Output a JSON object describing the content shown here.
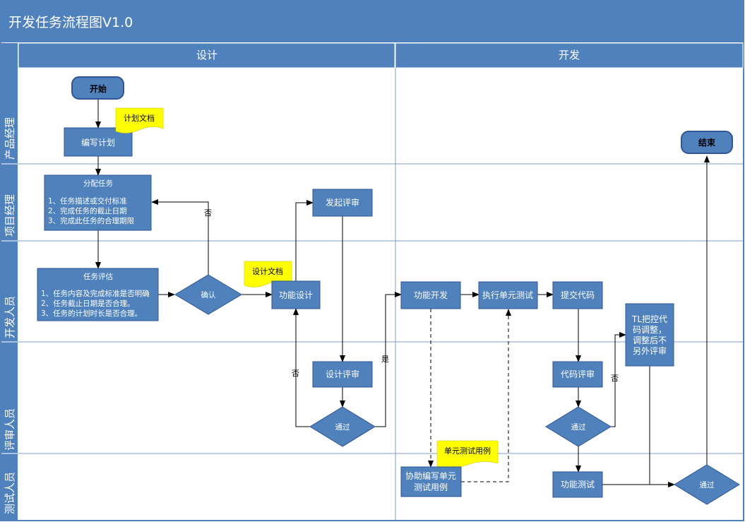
{
  "title": "开发任务流程图V1.0",
  "columns": {
    "design": "设计",
    "dev": "开发"
  },
  "lanes": {
    "pm": "产品经理",
    "proj": "项目经理",
    "devs": "开发人员",
    "review": "评审人员",
    "test": "测试人员"
  },
  "nodes": {
    "start": "开始",
    "write_plan": "编写计划",
    "plan_doc": "计划文档",
    "assign": {
      "title": "分配任务",
      "line1": "1、任务描述或交付标准",
      "line2": "2、完成任务的截止日期",
      "line3": "3、完成此任务的合理期限"
    },
    "evaluate": {
      "title": "任务评估",
      "line1": "1、任务内容及完成标准是否明确",
      "line2": "2、任务截止日期是否合理。",
      "line3": "3、任务的计划时长是否合理。"
    },
    "confirm": "确认",
    "design_doc": "设计文档",
    "func_design": "功能设计",
    "start_review": "发起评审",
    "design_review": "设计评审",
    "pass1": "通过",
    "func_dev": "功能开发",
    "unit_test": "执行单元测试",
    "submit_code": "提交代码",
    "tl_control": {
      "line1": "TL把控代",
      "line2": "码调整，",
      "line3": "调整后不",
      "line4": "另外评审"
    },
    "code_review": "代码评审",
    "pass2": "通过",
    "unit_case_doc": "单元测试用例",
    "assist": {
      "line1": "协助编写单元",
      "line2": "测试用例"
    },
    "func_test": "功能测试",
    "pass3": "通过",
    "end": "结束"
  },
  "edge_labels": {
    "no1": "否",
    "no2": "否",
    "yes": "是",
    "no3": "否"
  },
  "colors": {
    "header": "#4f81bd",
    "node_fill": "#4f81bd",
    "node_stroke": "#2f5597",
    "note_fill": "#ffff00",
    "lane_line": "#7f9fc7",
    "arrow": "#000000"
  }
}
